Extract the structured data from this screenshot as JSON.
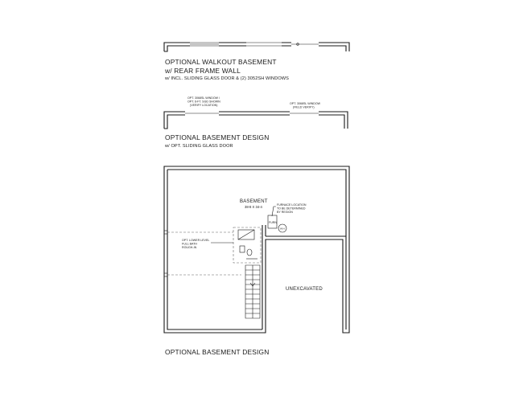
{
  "walkout": {
    "title_line1": "OPTIONAL WALKOUT BASEMENT",
    "title_line2": "w/ REAR FRAME WALL",
    "subtitle": "w/ INCL. SLIDING GLASS DOOR & (2) 3052SH WINDOWS"
  },
  "sliding": {
    "title": "OPTIONAL BASEMENT DESIGN",
    "subtitle": "w/ OPT. SLIDING GLASS DOOR",
    "note_left_1": "OPT. 3068SL WINDOW /",
    "note_left_2": "OPT. 6-FT. SGD SHOWN",
    "note_left_3": "(VERIFY LOCATION)",
    "note_right_1": "OPT. 3068SL WINDOW",
    "note_right_2": "(FIELD VERIFY)"
  },
  "plan": {
    "room_name": "BASEMENT",
    "room_dims": "38-8 X 34-4",
    "furnace_note_1": "FURNACE LOCATION",
    "furnace_note_2": "TO BE DETERMINED",
    "furnace_note_3": "BY REGION",
    "furn_label": "FURN",
    "wh_label": "W.H.",
    "bath_note_1": "OPT. LOWER LEVEL",
    "bath_note_2": "FULL BATH",
    "bath_note_3": "ROUGH-IN",
    "unexcavated": "UNEXCAVATED",
    "title": "OPTIONAL BASEMENT DESIGN"
  }
}
